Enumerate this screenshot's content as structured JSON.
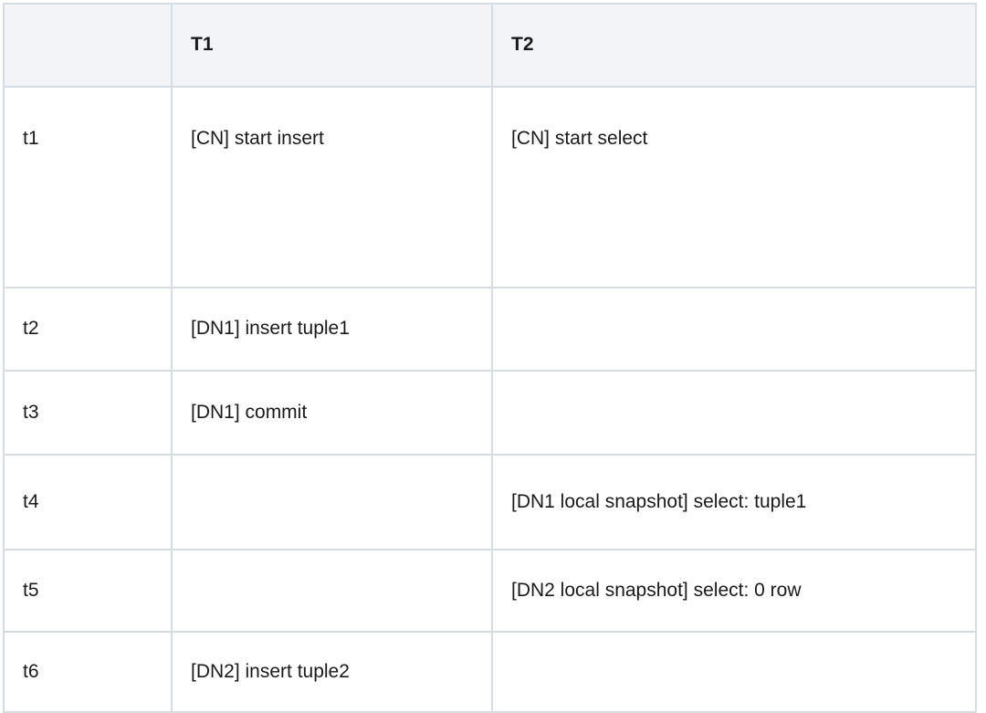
{
  "page": {
    "background_color": "#ffffff",
    "content_type": "table"
  },
  "table": {
    "name": "transaction-timeline",
    "border_color": "#d7dbe2",
    "header_background": "#f2f4f7",
    "text_color": "#1a1a1a",
    "columns": [
      {
        "key": "time",
        "label": ""
      },
      {
        "key": "t1",
        "label": "T1"
      },
      {
        "key": "t2",
        "label": "T2"
      }
    ],
    "rows": [
      {
        "time": "t1",
        "t1": "[CN] start insert",
        "t2": "[CN] start select"
      },
      {
        "time": "t2",
        "t1": "[DN1] insert tuple1",
        "t2": ""
      },
      {
        "time": "t3",
        "t1": "[DN1] commit",
        "t2": ""
      },
      {
        "time": "t4",
        "t1": "",
        "t2": "[DN1 local snapshot] select: tuple1"
      },
      {
        "time": "t5",
        "t1": "",
        "t2": "[DN2 local snapshot] select: 0 row"
      },
      {
        "time": "t6",
        "t1": "[DN2] insert tuple2",
        "t2": ""
      }
    ]
  }
}
